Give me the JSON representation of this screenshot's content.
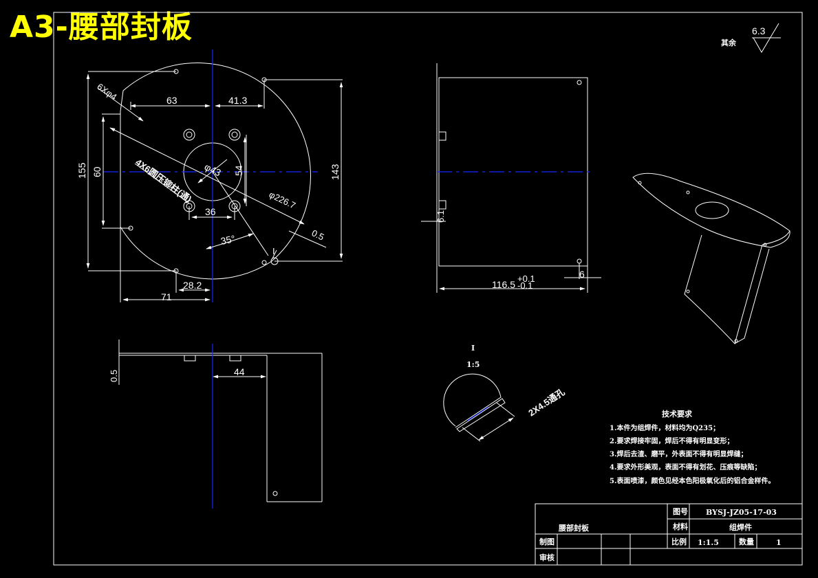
{
  "sheet_title": "A3-腰部封板",
  "surface": {
    "label": "其余",
    "value": "6.3"
  },
  "plan_view": {
    "hole_spec": "6Xφ4",
    "dims": [
      "63",
      "41.3",
      "155",
      "60",
      "143",
      "54",
      "36",
      "71",
      "28.2"
    ],
    "center_bore": "φ43",
    "outer_diameter": "φ226.7",
    "angle": "35°",
    "thickness": "0.5",
    "rivet_note": "4X6圆压铆柱(通)",
    "detail_marker": "I"
  },
  "side_view": {
    "width": "116.5",
    "tol_upper": "+0.1",
    "tol_lower": "-0.1",
    "edge": "6",
    "slot": "6.1"
  },
  "bottom_view": {
    "thickness": "0.5",
    "dim": "44"
  },
  "detail": {
    "label": "I",
    "scale": "1:5",
    "note": "2X4.5通孔"
  },
  "tech_requirements": {
    "title": "技术要求",
    "items": [
      "1.本件为组焊件，材料均为Q235；",
      "2.要求焊接牢固，焊后不得有明显变形；",
      "3.焊后去渣、磨平，外表面不得有明显焊缝；",
      "4.要求外形美观，表面不得有划花、压痕等缺陷；",
      "5.表面喷漆，颜色见经本色阳极氧化后的铝合金样件。"
    ]
  },
  "title_block": {
    "part_name": "腰部封板",
    "drawing_no_label": "图号",
    "drawing_no": "BYSJ-JZ05-17-03",
    "material_label": "材料",
    "material": "组焊件",
    "scale_label": "比例",
    "scale": "1:1.5",
    "qty_label": "数量",
    "qty": "1",
    "drawn_label": "制图",
    "checked_label": "审核"
  }
}
